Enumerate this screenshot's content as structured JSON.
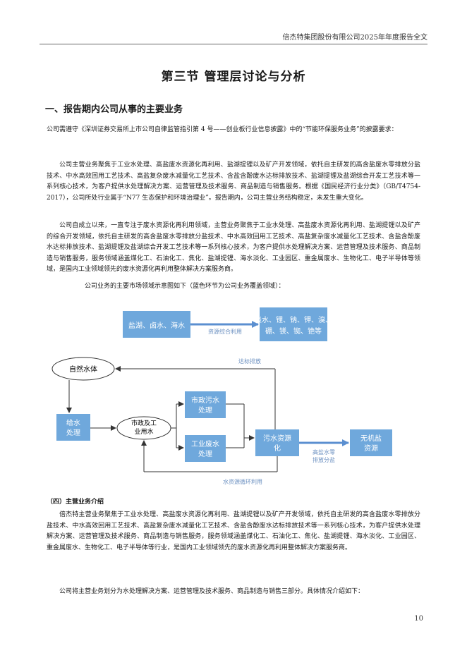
{
  "header": {
    "company_report": "倍杰特集团股份有限公司2025年年度报告全文"
  },
  "section_title": "第三节  管理层讨论与分析",
  "heading1": "一、报告期内公司从事的主要业务",
  "intro": "公司需遵守《深圳证券交易所上市公司自律监管指引第 4 号——创业板行业信息披露》中的“节能环保服务业务”的披露要求：",
  "para1": "公司主营业务聚焦于工业水处理、高盐废水资源化再利用、盐湖提锂以及矿产开发领域，依托自主研发的高含盐废水零排放分盐技术、中水高效回用工艺技术、高盐复杂废水减量化工艺技术、含盐含酚废水达标排放技术、盐湖提锂及盐湖综合开发工艺技术等一系列核心技术，为客户提供水处理解决方案、运营管理及技术服务、商品制造与销售服务。根据《国民经济行业分类》（GB/T4754-2017），公司所处行业属于“N77 生态保护和环境治理业”。报告期内，公司主营业务结构稳定，未发生重大变化。",
  "para2": "公司自成立以来，一直专注于废水资源化再利用领域，主营业务聚焦于工业水处理、高盐废水资源化再利用、盐湖提锂以及矿产的综合开发领域，依托自主研发的高含盐废水零排放分盐技术、中水高效回用工艺技术、高盐复杂废水减量化工艺技术、含盐含酚废水达标排放技术、盐湖提锂及盐湖综合开发工艺技术等一系列核心技术，为客户提供水处理解决方案、运营管理及技术服务、商品制造与销售服务，服务领域涵盖煤化工、石油化工、焦化、盐湖提锂、海水淡化、工业园区、重金属废水、生物化工、电子半导体等领域，是国内工业领域领先的废水资源化再利用整体解决方案服务商。",
  "diagram_caption": "公司业务的主要市场领域示意图如下（蓝色环节为公司业务覆盖领域）：",
  "diagram": {
    "box_salt_lake": "盐湖、卤水、海水",
    "box_elements_l1": "淡水、锂、钠、钾、溴、",
    "box_elements_l2": "硼、镁、铷、铯等",
    "label_resource": "资源综合利用",
    "natural_water": "自然水体",
    "label_discharge": "达标排放",
    "supply_l1": "给水",
    "supply_l2": "处理",
    "city_l1": "市政及工",
    "city_l2": "业用水",
    "municipal_l1": "市政污水",
    "municipal_l2": "处理",
    "industrial_l1": "工业废水",
    "industrial_l2": "处理",
    "reuse_l1": "污水资源",
    "reuse_l2": "化",
    "salt_l1": "无机盐",
    "salt_l2": "资源",
    "zld_l1": "高盐水零",
    "zld_l2": "排放分盐",
    "label_recycle": "水资源循环利用",
    "colors": {
      "blue_box": "#6fa8dc",
      "blue_text": "#6a8fc0",
      "line": "#333333"
    }
  },
  "heading4": "（四）主营业务介绍",
  "para3": "倍杰特主营业务聚焦于工业水处理、高盐废水资源化再利用、盐湖提锂以及矿产开发领域，依托自主研发的高含盐废水零排放分盐技术、中水高效回用工艺技术、高盐复杂废水减量化工艺技术、含盐含酚废水达标排放技术等一系列核心技术，为客户提供水处理解决方案、运营管理及技术服务、商品制造与销售服务，服务领域涵盖煤化工、石油化工、焦化、盐湖提锂、海水淡化、工业园区、重金属废水、生物化工、电子半导体等行业，是国内工业领域领先的废水资源化再利用整体解决方案服务商。",
  "para4": "公司将主营业务划分为水处理解决方案、运营管理及技术服务、商品制造与销售三部分。具体情况介绍如下：",
  "page_number": "10"
}
